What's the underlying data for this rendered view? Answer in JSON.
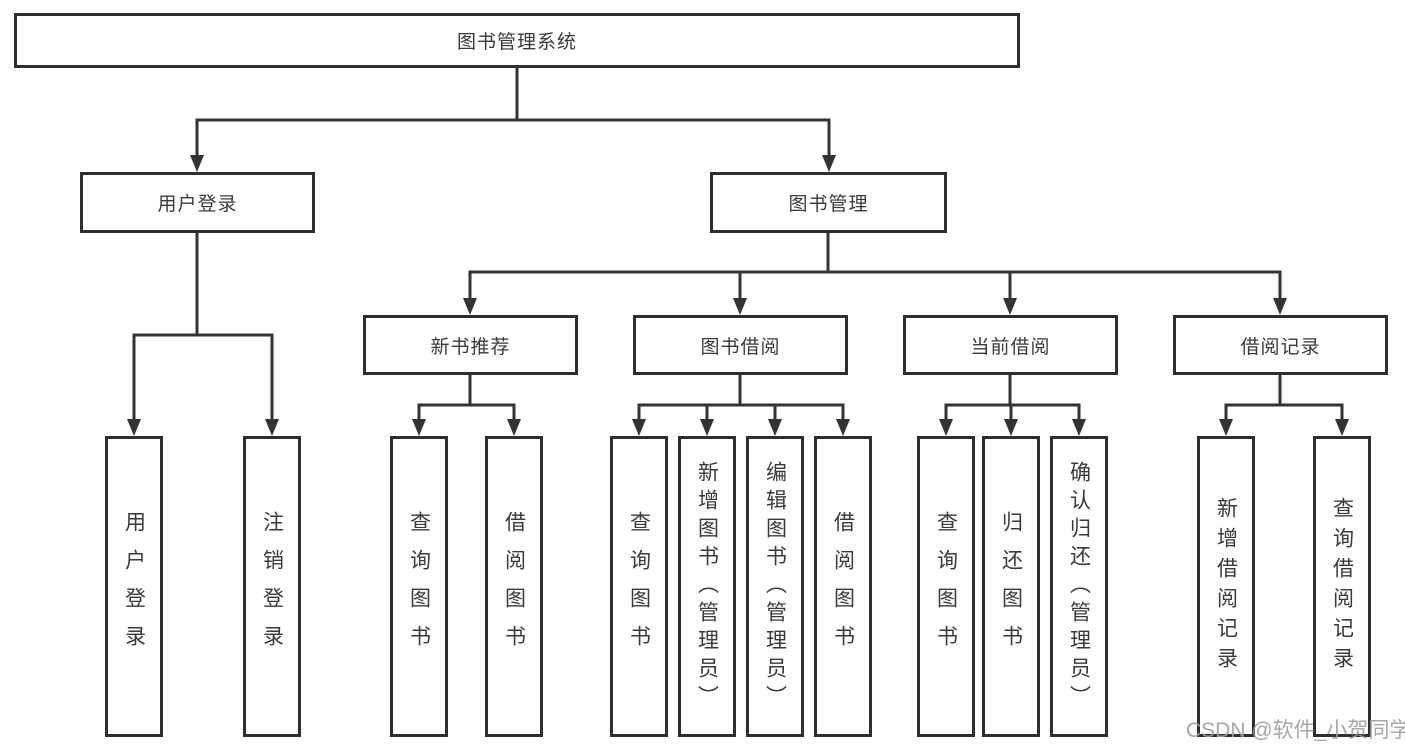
{
  "diagram": {
    "root": {
      "label": "图书管理系统"
    },
    "branches": [
      {
        "label": "用户登录",
        "children": [
          {
            "label": "用户登录"
          },
          {
            "label": "注销登录"
          }
        ]
      },
      {
        "label": "图书管理",
        "children": [
          {
            "label": "新书推荐",
            "children": [
              {
                "label": "查询图书"
              },
              {
                "label": "借阅图书"
              }
            ]
          },
          {
            "label": "图书借阅",
            "children": [
              {
                "label": "查询图书"
              },
              {
                "label": "新增图书（管理员）"
              },
              {
                "label": "编辑图书（管理员）"
              },
              {
                "label": "借阅图书"
              }
            ]
          },
          {
            "label": "当前借阅",
            "children": [
              {
                "label": "查询图书"
              },
              {
                "label": "归还图书"
              },
              {
                "label": "确认归还（管理员）"
              }
            ]
          },
          {
            "label": "借阅记录",
            "children": [
              {
                "label": "新增借阅记录"
              },
              {
                "label": "查询借阅记录"
              }
            ]
          }
        ]
      }
    ]
  },
  "watermark": {
    "text": "CSDN @软件_小贺同学"
  },
  "colors": {
    "line": "#333333",
    "box_border": "#2e2e2e",
    "text": "#3a3a3a",
    "background": "#ffffff",
    "watermark": "#9e9e9e"
  }
}
